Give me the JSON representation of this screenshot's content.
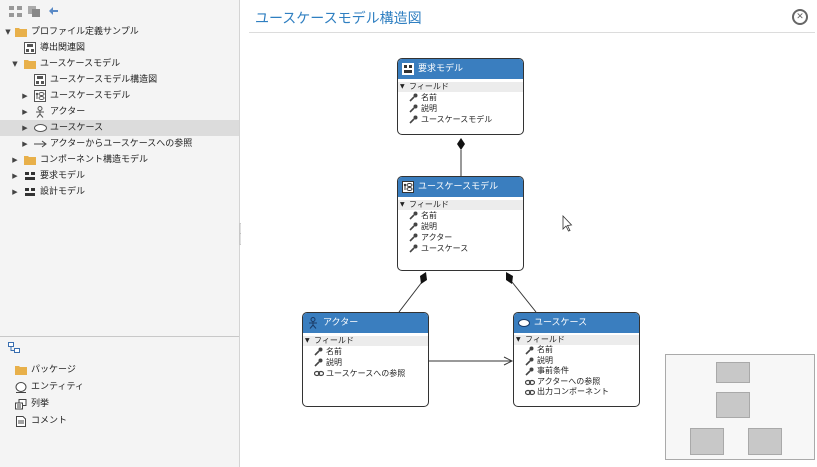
{
  "tree": {
    "items": [
      {
        "label": "プロファイル定義サンプル"
      },
      {
        "label": "導出関連図"
      },
      {
        "label": "ユースケースモデル"
      },
      {
        "label": "ユースケースモデル構造図"
      },
      {
        "label": "ユースケースモデル"
      },
      {
        "label": "アクター"
      },
      {
        "label": "ユースケース"
      },
      {
        "label": "アクターからユースケースへの参照"
      },
      {
        "label": "コンポーネント構造モデル"
      },
      {
        "label": "要求モデル"
      },
      {
        "label": "設計モデル"
      }
    ]
  },
  "palette": {
    "items": [
      {
        "label": "パッケージ"
      },
      {
        "label": "エンティティ"
      },
      {
        "label": "列挙"
      },
      {
        "label": "コメント"
      }
    ]
  },
  "diagram": {
    "title": "ユースケースモデル構造図",
    "entities": {
      "requirements": {
        "title": "要求モデル",
        "fields_label": "フィールド",
        "fields": [
          "名前",
          "説明",
          "ユースケースモデル"
        ]
      },
      "usecase_model": {
        "title": "ユースケースモデル",
        "fields_label": "フィールド",
        "fields": [
          "名前",
          "説明",
          "アクター",
          "ユースケース"
        ]
      },
      "actor": {
        "title": "アクター",
        "fields_label": "フィールド",
        "fields": [
          "名前",
          "説明",
          "ユースケースへの参照"
        ]
      },
      "usecase": {
        "title": "ユースケース",
        "fields_label": "フィールド",
        "fields": [
          "名前",
          "説明",
          "事前条件",
          "アクターへの参照",
          "出力コンポーネント"
        ]
      }
    }
  },
  "colors": {
    "header_blue": "#3a7ebf",
    "title_blue": "#2f7fc1",
    "folder": "#e8b04a"
  }
}
